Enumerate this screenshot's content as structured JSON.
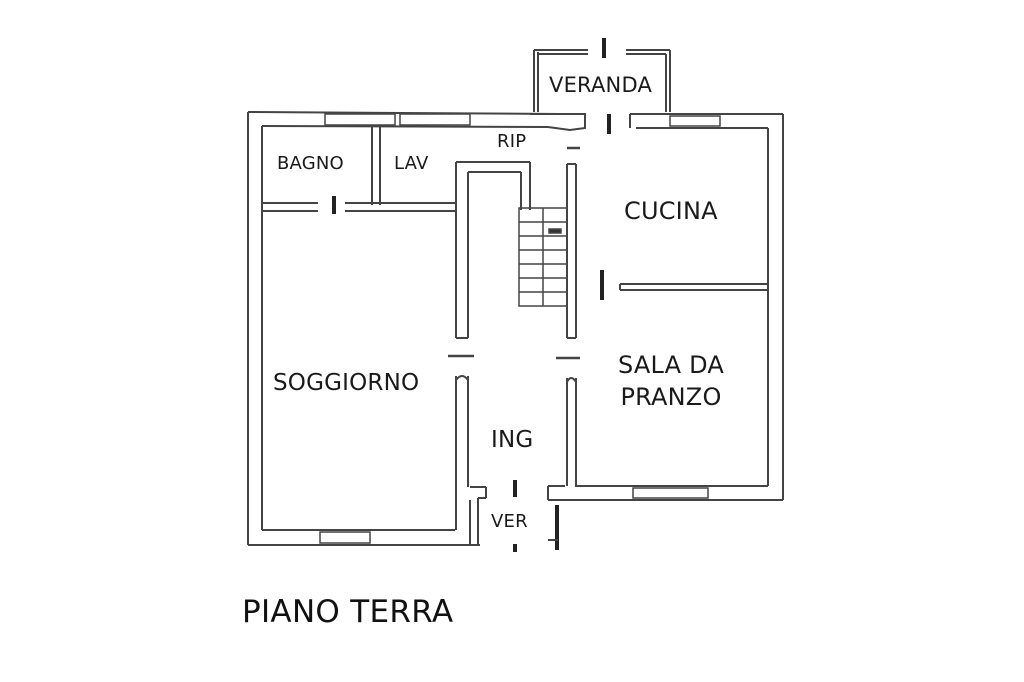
{
  "floor_plan": {
    "title": "PIANO TERRA",
    "rooms": [
      {
        "id": "veranda",
        "label": "VERANDA"
      },
      {
        "id": "rip",
        "label": "RIP"
      },
      {
        "id": "bagno",
        "label": "BAGNO"
      },
      {
        "id": "lav",
        "label": "LAV"
      },
      {
        "id": "cucina",
        "label": "CUCINA"
      },
      {
        "id": "soggiorno",
        "label": "SOGGIORNO"
      },
      {
        "id": "sala",
        "label_line1": "SALA DA",
        "label_line2": "PRANZO"
      },
      {
        "id": "ing",
        "label": "ING"
      },
      {
        "id": "ver",
        "label": "VER"
      }
    ],
    "colors": {
      "wall": "#3a3a3a",
      "wall_fill": "#ffffff",
      "text": "#1a1a1a",
      "background": "#ffffff"
    }
  }
}
